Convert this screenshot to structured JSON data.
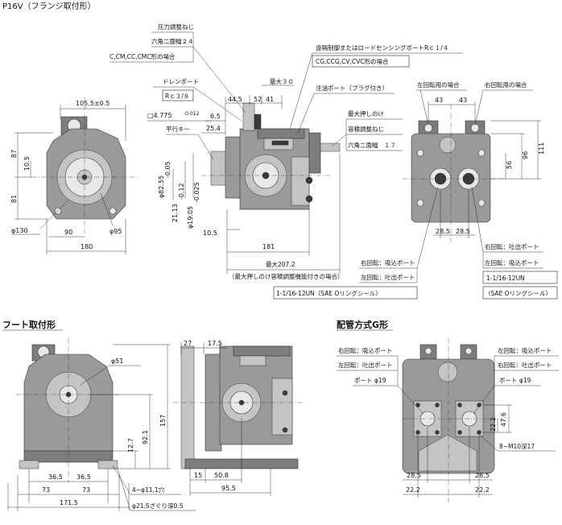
{
  "title": "P16V（フランジ取付形）",
  "sections": {
    "foot": "フート取付形",
    "piping_g": "配管方式G形"
  },
  "callouts_top": {
    "pressure_adj": "圧力調整ねじ",
    "hex24": "六角二面幅２４",
    "cmc_case": "C,CM,CC,CMC形の場合",
    "remote_port": "遠隔制御またはロードセンシングポートRｃ１/４",
    "cg_case": "CG,CCG,CV,CVC形の場合",
    "drain_port": "ドレンポート",
    "rc38": "Rｃ３/８",
    "oil_port": "注油ポート（プラグ付き）",
    "parallel_key": "平行キー",
    "max_stop": "最大押しのけ",
    "vol_adj": "容積調整ねじ",
    "hex17": "六角二面幅　１７",
    "left_rot": "左回転用の場合",
    "right_rot": "右回転用の場合",
    "r_suction": "右回転：吸込ポート",
    "l_discharge": "左回転：吐出ポート",
    "r_discharge": "右回転：吐出ポート",
    "l_suction": "左回転：吸込ポート",
    "thread_l": "1-1/16-12UN（SAE Oリングシール）",
    "thread_r1": "1-1/16-12UN",
    "thread_r2": "（SAE Oリングシール）",
    "max_note": "（最大押しのけ容積調整機能付きの場合）"
  },
  "dims_top": {
    "d105": "105.5±0.5",
    "d87": "87",
    "d10_5": "10.5",
    "d81": "81",
    "phi130": "φ130",
    "d90": "90",
    "phi95": "φ95",
    "d180": "180",
    "d44_5": "44.5",
    "d52": "52",
    "d41": "41",
    "max30": "最大３０",
    "sq4775": "□4.775",
    "sq4775_tol": "-0.012",
    "d6_5": "6.5",
    "d25_4": "25.4",
    "d82_55": "φ82.55",
    "d82_55_tol": "-0.05",
    "d21_13": "21.13",
    "d21_13_tol": "-0.12",
    "d19_05": "φ19.05",
    "d19_05_tol": "-0.025",
    "d10_5b": "10.5",
    "d181": "181",
    "max207": "最大207.2",
    "d43a": "43",
    "d43b": "43",
    "d111": "111",
    "d96": "96",
    "d56": "56",
    "d28_5a": "28.5",
    "d28_5b": "28.5"
  },
  "dims_foot": {
    "phi51": "φ51",
    "d157": "157",
    "d92_1": "92.1",
    "d12_7": "12.7",
    "d36_5a": "36.5",
    "d36_5b": "36.5",
    "d73a": "73",
    "d73b": "73",
    "d171_5": "171.5",
    "holes": "4−φ11.1穴",
    "spot": "φ21.5ざぐり深0.5",
    "d27": "27",
    "d17_5": "17.5",
    "d15": "15",
    "d50_8": "50.8",
    "d95_5": "95.5"
  },
  "dims_g": {
    "r_suction": "右回転：吸込ポート",
    "l_discharge": "左回転：吐出ポート",
    "port19a": "ポート φ19",
    "l_suction": "左回転：吸込ポート",
    "r_discharge": "右回転：吐出ポート",
    "port19b": "ポート φ19",
    "d47_6": "47.6",
    "d22_2a": "22.2",
    "m10": "8−M10深17",
    "d28_5a": "28.5",
    "d28_5b": "28.5",
    "d22_2b": "22.2",
    "d22_2c": "22.2"
  }
}
